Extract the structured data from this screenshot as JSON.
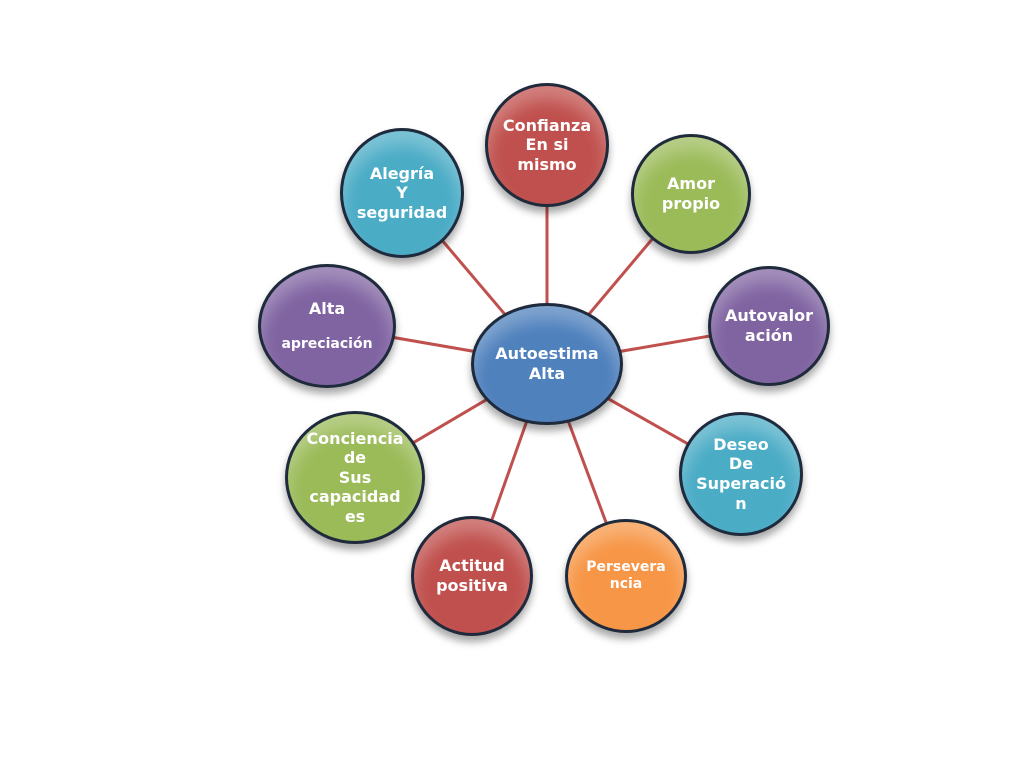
{
  "center": {
    "lines": [
      "Autoestima",
      "Alta"
    ],
    "color": "#4f81bd"
  },
  "nodes": [
    {
      "id": "confianza",
      "lines": [
        "Confianza",
        "En si",
        "mismo"
      ],
      "color": "#c0504d"
    },
    {
      "id": "amor",
      "lines": [
        "Amor",
        "propio"
      ],
      "color": "#9bbb59"
    },
    {
      "id": "autovaloracion",
      "lines": [
        "Autovalor",
        "ación"
      ],
      "color": "#8064a2"
    },
    {
      "id": "deseo",
      "lines": [
        "Deseo",
        "De",
        "Superació",
        "n"
      ],
      "color": "#4bacc6"
    },
    {
      "id": "perseverancia",
      "lines": [
        "Persevera",
        "ncia"
      ],
      "color": "#f79646"
    },
    {
      "id": "actitud",
      "lines": [
        "Actitud",
        "positiva"
      ],
      "color": "#c0504d"
    },
    {
      "id": "conciencia",
      "lines": [
        "Conciencia",
        "de",
        "Sus",
        "capacidad",
        "es"
      ],
      "color": "#9bbb59"
    },
    {
      "id": "alta-apreciacion",
      "lines": [
        "Alta",
        "apreciación"
      ],
      "color": "#8064a2"
    },
    {
      "id": "alegria",
      "lines": [
        "Alegría",
        "Y",
        "seguridad"
      ],
      "color": "#4bacc6"
    }
  ]
}
